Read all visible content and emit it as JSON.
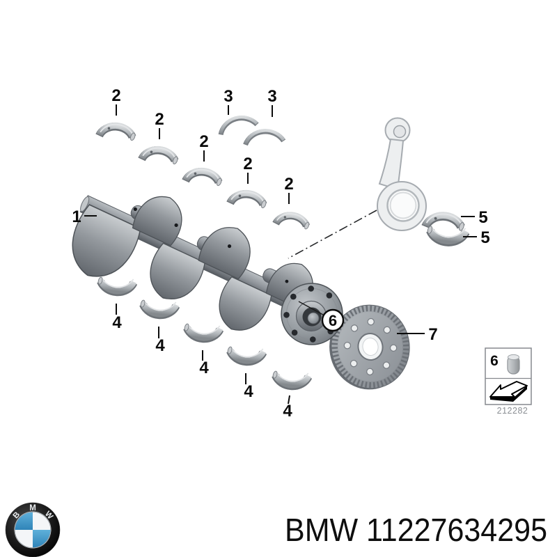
{
  "footer": {
    "brand": "BMW",
    "part_number": "11227634295",
    "text": "BMW 11227634295"
  },
  "logo": {
    "letters": [
      "B",
      "M",
      "W"
    ]
  },
  "callouts": {
    "crankshaft": "1",
    "upper_main_bearing_shell": "2",
    "thrust_washer": "3",
    "lower_main_bearing_shell": "4",
    "conrod_bearing_shell": "5",
    "dowel_pin": "6",
    "pulse_gear": "7"
  },
  "detail_box": {
    "callout": "6",
    "drawing_number": "212282"
  },
  "colors": {
    "background": "#ffffff",
    "label": "#0b0b0b",
    "metal_light": "#c9cdd0",
    "metal_mid": "#94999e",
    "metal_dark": "#62676d",
    "bmw_blue": "#3f93c6",
    "code_gray": "#8b8f94"
  }
}
